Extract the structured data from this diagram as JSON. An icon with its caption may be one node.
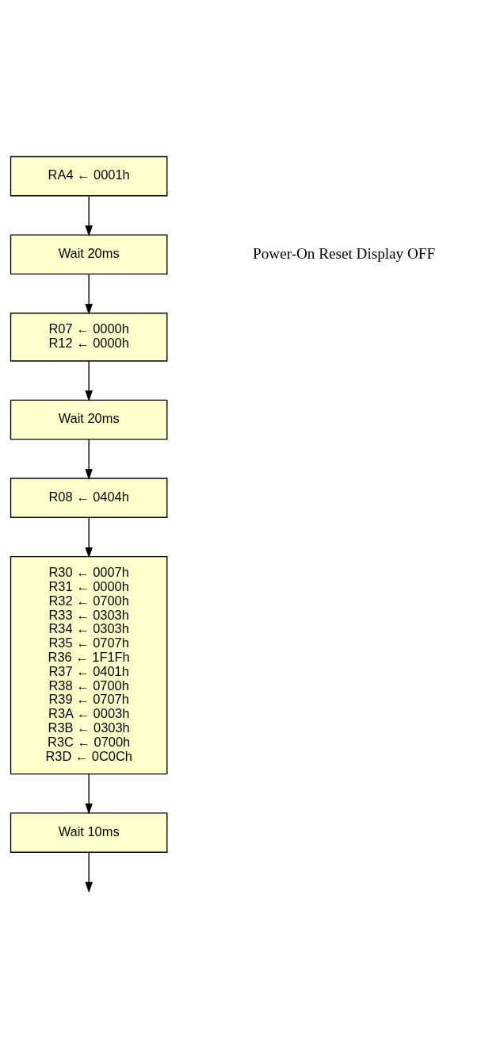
{
  "diagram": {
    "nodes": [
      {
        "text": [
          "RA4 ← 0001h"
        ]
      },
      {
        "text": [
          "Wait 20ms"
        ]
      },
      {
        "text": [
          "R07 ← 0000h",
          "R12 ← 0000h"
        ]
      },
      {
        "text": [
          "Wait 20ms"
        ]
      },
      {
        "text": [
          "R08 ← 0404h"
        ]
      },
      {
        "text": [
          "R30 ← 0007h",
          "R31 ← 0000h",
          "R32 ← 0700h",
          "R33 ← 0303h",
          "R34 ← 0303h",
          "R35 ← 0707h",
          "R36 ← 1F1Fh",
          "R37 ← 0401h",
          "R38 ← 0700h",
          "R39 ← 0707h",
          "R3A ← 0003h",
          "R3B ← 0303h",
          "R3C ← 0700h",
          "R3D ← 0C0Ch"
        ]
      },
      {
        "text": [
          "Wait 10ms"
        ]
      }
    ],
    "edges": [
      {
        "from": 0,
        "to": 1,
        "arrow": "to"
      },
      {
        "from": 1,
        "to": 2,
        "arrow": "to"
      },
      {
        "from": 2,
        "to": 3,
        "arrow": "to"
      },
      {
        "from": 3,
        "to": 4,
        "arrow": "to"
      },
      {
        "from": 4,
        "to": 5,
        "arrow": "to"
      },
      {
        "from": 5,
        "to": 6,
        "arrow": "to"
      },
      {
        "from": 6,
        "to": null,
        "arrow": "to"
      }
    ],
    "labels": [
      "Power-On Reset Display OFF"
    ]
  }
}
